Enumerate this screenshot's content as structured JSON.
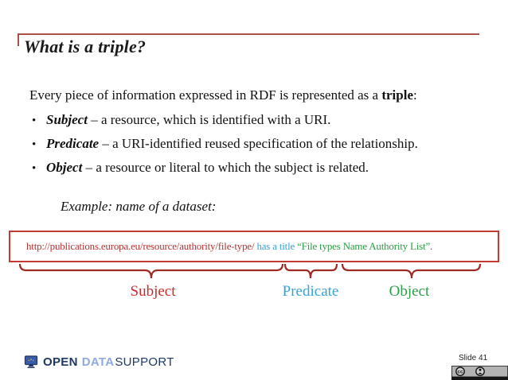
{
  "slide": {
    "title": "What is a triple?",
    "intro": {
      "prefix": "Every piece of information expressed in RDF is represented as a ",
      "bold": "triple",
      "suffix": ":"
    },
    "bullets": [
      {
        "marker": "•",
        "term": "Subject",
        "rest": " – a resource, which is identified with a URI."
      },
      {
        "marker": "•",
        "term": "Predicate",
        "rest": " – a URI-identified reused specification of the relationship."
      },
      {
        "marker": "•",
        "term": "Object",
        "rest": " – a resource or literal to which the subject is related."
      }
    ],
    "example_caption": "Example: name of a dataset:",
    "triple_box": {
      "subject": "http://publications.europa.eu/resource/authority/file-type/",
      "predicate": " has a title ",
      "object": "“File types Name Authority List”",
      "terminator": "."
    },
    "brace_labels": [
      {
        "label": "Subject",
        "color": "#cc2a2a"
      },
      {
        "label": "Predicate",
        "color": "#33a3dc"
      },
      {
        "label": "Object",
        "color": "#2c9e46"
      }
    ]
  },
  "footer": {
    "logo_words": [
      {
        "text": "OPEN",
        "color": "#1f3864"
      },
      {
        "text": "DATA",
        "color": "#8faadc"
      },
      {
        "text": "SUPPORT",
        "color": "#1f3864"
      }
    ],
    "logo_icon": "eu-monitor-icon",
    "slide_label": "Slide 41",
    "license_icons": [
      "cc-icon",
      "by-person-icon"
    ]
  },
  "colors": {
    "accent_line": "#ad4f4a",
    "box_border": "#c23b31",
    "brace": "#9e2b23",
    "subject_red": "#b73232",
    "predicate_blue": "#33a3dc",
    "object_green": "#2c9e46",
    "body_text": "#111111",
    "logo_navy": "#1f3864",
    "logo_light_blue": "#8faadc"
  }
}
